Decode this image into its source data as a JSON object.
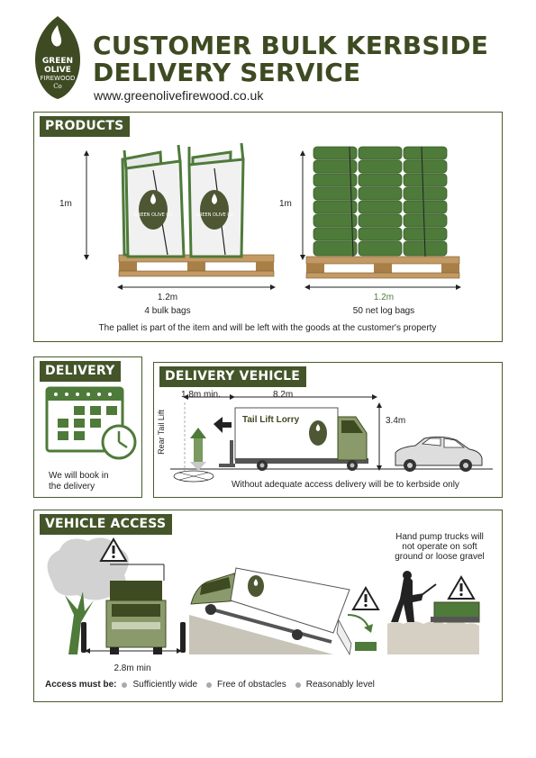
{
  "header": {
    "logo_text": [
      "GREEN",
      "OLIVE",
      "FIREWOOD",
      "Co"
    ],
    "title_line1": "CUSTOMER BULK KERBSIDE",
    "title_line2": "DELIVERY SERVICE",
    "url": "www.greenolivefirewood.co.uk"
  },
  "products": {
    "label": "PRODUCTS",
    "bulk": {
      "height": "1m",
      "width": "1.2m",
      "caption": "4 bulk bags",
      "bag_text": "GREEN OLIVE Co"
    },
    "nets": {
      "height": "1m",
      "width": "1.2m",
      "caption": "50 net log bags"
    },
    "note": "The pallet is part of the item and will be left with the goods at the customer's property"
  },
  "delivery": {
    "label": "DELIVERY",
    "caption_line1": "We will book in",
    "caption_line2": "the delivery"
  },
  "vehicle": {
    "label": "DELIVERY VEHICLE",
    "lift_clearance": "1.8m min.",
    "length": "8.2m",
    "height": "3.4m",
    "rear_label": "Rear Tail Lift",
    "lorry_label": "Tail Lift Lorry",
    "note": "Without adequate access delivery will be to kerbside only"
  },
  "access": {
    "label": "VEHICLE ACCESS",
    "width_min": "2.8m min",
    "pump_note_line1": "Hand pump trucks will",
    "pump_note_line2": "not operate on soft",
    "pump_note_line3": "ground or loose gravel",
    "must_be": "Access must be:",
    "items": [
      "Sufficiently wide",
      "Free of obstacles",
      "Reasonably level"
    ]
  },
  "colors": {
    "brand": "#3e4a21",
    "panel": "#44552a",
    "lorry": "#8a9a6b",
    "pallet": "#c39a64",
    "bag_green": "#4e7a3a"
  }
}
